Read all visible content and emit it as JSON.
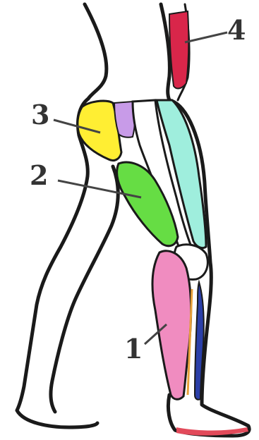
{
  "labels": [
    {
      "id": "1",
      "text": "1"
    },
    {
      "id": "2",
      "text": "2"
    },
    {
      "id": "3",
      "text": "3"
    },
    {
      "id": "4",
      "text": "4"
    }
  ],
  "colors": {
    "muscle_1": "#f08cc0",
    "muscle_2": "#66dd44",
    "muscle_3": "#ffee33",
    "muscle_4": "#d9264a",
    "adductor": "#c89be8",
    "thigh_front": "#9feedd",
    "shin": "#2b3fa8",
    "foot_sole": "#e24a5a",
    "tendon": "#e8a03a"
  }
}
